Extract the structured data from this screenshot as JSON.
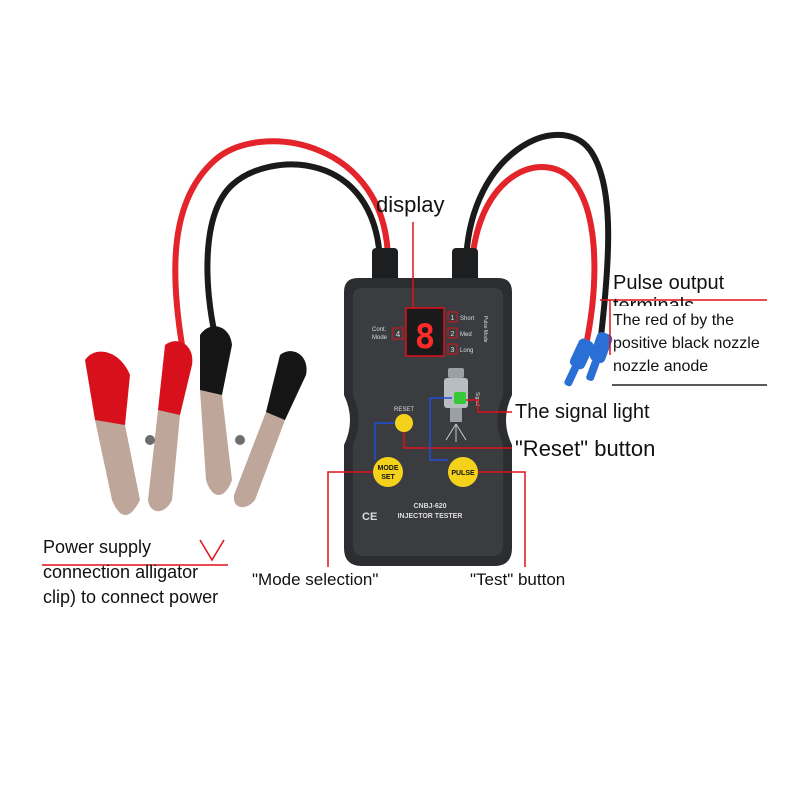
{
  "colors": {
    "callout_red": "#e0101a",
    "callout_blue": "#1f4fd8",
    "device_body": "#2b2d30",
    "device_face": "#3a3c40",
    "button_yellow": "#f4d21b",
    "wire_red": "#e3242b",
    "wire_black": "#1a1a1a",
    "clip_red": "#d8101c",
    "clip_black": "#151515",
    "terminal_blue": "#2a6fd6",
    "led_red": "#ff2a2a",
    "signal_green": "#37c83a"
  },
  "labels": {
    "display": "display",
    "pulse_output": "Pulse output",
    "pulse_output_cutoff": "terminals",
    "pulse_desc_1": "The red of by the",
    "pulse_desc_2": "positive black nozzle",
    "pulse_desc_3": "nozzle anode",
    "signal_light": "The signal light",
    "reset_button": "\"Reset\" button",
    "power_1": "Power supply",
    "power_2": "connection alligator",
    "power_3": "clip) to connect power",
    "mode_selection": "\"Mode selection\"",
    "test_button": "\"Test\" button"
  },
  "device": {
    "model": "CNBJ-620",
    "name": "INJECTOR TESTER",
    "cont_mode_line1": "Cont.",
    "cont_mode_line2": "Mode",
    "cont_mode_num": "4",
    "mode_1_num": "1",
    "mode_1": "Short",
    "mode_2_num": "2",
    "mode_2": "Med",
    "mode_3_num": "3",
    "mode_3": "Long",
    "pulse_mode": "Pulse Mode",
    "signal": "Signal",
    "reset": "RESET",
    "mode_set_1": "MODE",
    "mode_set_2": "SET",
    "pulse": "PULSE",
    "ce_mark": "CE"
  }
}
